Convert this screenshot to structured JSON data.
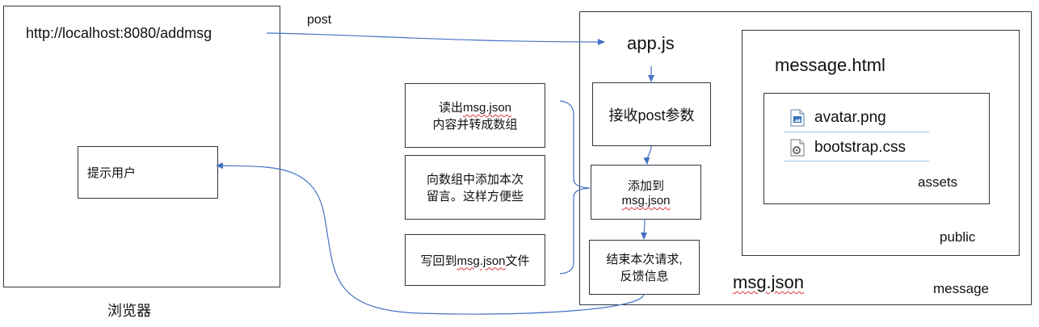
{
  "browser": {
    "url": "http://localhost:8080/addmsg",
    "notify_user": "提示用户",
    "caption": "浏览器"
  },
  "arrows": {
    "post_label": "post"
  },
  "server": {
    "app_js": "app.js",
    "receive_params": "接收post参数",
    "add_to_line1": "添加到",
    "add_to_line2": "msg.json",
    "finish_line1": "结束本次请求,",
    "finish_line2": "反馈信息",
    "msg_json": "msg.json",
    "message_folder": "message"
  },
  "public": {
    "message_html": "message.html",
    "assets_label": "assets",
    "public_label": "public",
    "files": [
      {
        "name": "avatar.png",
        "icon": "image-file-icon"
      },
      {
        "name": "bootstrap.css",
        "icon": "css-file-icon"
      }
    ]
  },
  "notes": {
    "read_line1_a": "读出",
    "read_line1_b": "msg.json",
    "read_line2": "内容并转成数组",
    "append_line1": "向数组中添加本次",
    "append_line2": "留言。这样方便些",
    "write_a": "写回到",
    "write_b": "msg.json",
    "write_c": "文件"
  },
  "colors": {
    "arrow": "#4472c4",
    "border": "#2f3640",
    "squiggle": "#d33333",
    "separator": "#9dc3e6"
  }
}
